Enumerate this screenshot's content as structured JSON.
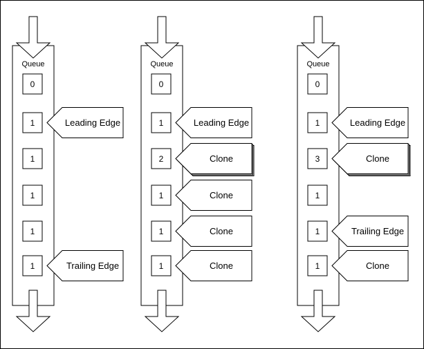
{
  "queue_label": "Queue",
  "colors": {
    "stroke": "#000000",
    "fill": "#ffffff",
    "background": "#ffffff"
  },
  "queues": [
    {
      "cells": [
        "0",
        "1",
        "1",
        "1",
        "1",
        "1"
      ],
      "callouts": [
        {
          "slot": 1,
          "label": "Leading Edge",
          "stacked": false
        },
        {
          "slot": 5,
          "label": "Trailing Edge",
          "stacked": false
        }
      ]
    },
    {
      "cells": [
        "0",
        "1",
        "2",
        "1",
        "1",
        "1"
      ],
      "callouts": [
        {
          "slot": 1,
          "label": "Leading Edge",
          "stacked": false
        },
        {
          "slot": 2,
          "label": "Clone",
          "stacked": true
        },
        {
          "slot": 3,
          "label": "Clone",
          "stacked": false
        },
        {
          "slot": 4,
          "label": "Clone",
          "stacked": false
        },
        {
          "slot": 5,
          "label": "Clone",
          "stacked": false
        }
      ]
    },
    {
      "cells": [
        "0",
        "1",
        "3",
        "1",
        "1",
        "1"
      ],
      "callouts": [
        {
          "slot": 1,
          "label": "Leading Edge",
          "stacked": false
        },
        {
          "slot": 2,
          "label": "Clone",
          "stacked": true
        },
        {
          "slot": 4,
          "label": "Trailing Edge",
          "stacked": false
        },
        {
          "slot": 5,
          "label": "Clone",
          "stacked": false
        }
      ]
    }
  ]
}
